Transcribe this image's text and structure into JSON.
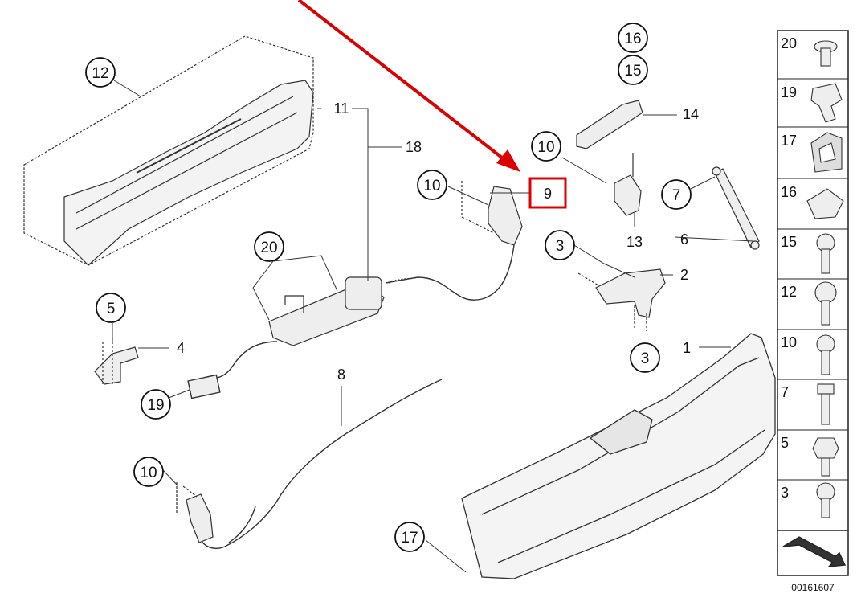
{
  "callouts": {
    "c12": "12",
    "c20": "20",
    "c5": "5",
    "c19": "19",
    "c10a": "10",
    "c10b": "10",
    "c10c": "10",
    "c16": "16",
    "c15": "15",
    "c7": "7",
    "c3a": "3",
    "c3b": "3",
    "c17": "17",
    "c11": "11",
    "c18": "18",
    "c4": "4",
    "c8": "8",
    "c9": "9",
    "c14": "14",
    "c13": "13",
    "c6": "6",
    "c2": "2",
    "c1": "1"
  },
  "side_panel": [
    "20",
    "19",
    "17",
    "16",
    "15",
    "12",
    "10",
    "7",
    "5",
    "3"
  ],
  "reference_number": "00161607",
  "highlight": {
    "label": "9",
    "box_color": "#dd0000",
    "arrow_color": "#dd0000"
  }
}
